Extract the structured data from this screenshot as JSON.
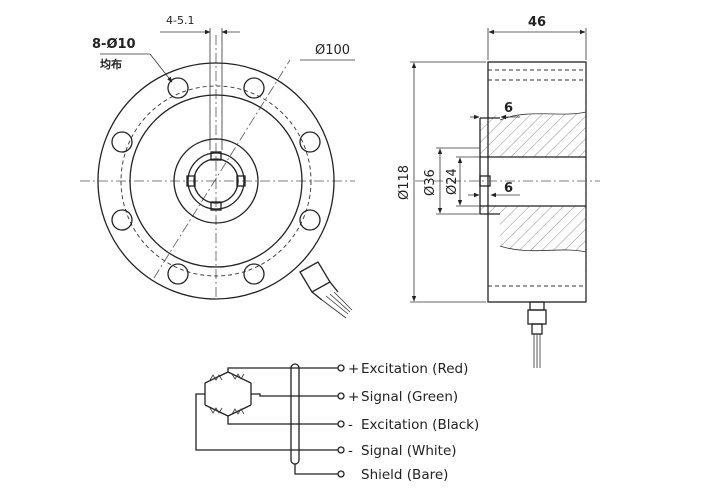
{
  "front_view": {
    "hole_spec": "8-Ø10",
    "hole_note": "均布",
    "slot_dim": "4-5.1",
    "outer_dia": "Ø100"
  },
  "side_view": {
    "width": "46",
    "dia_outer": "Ø118",
    "dia_36": "Ø36",
    "dia_24": "Ø24",
    "step_top": "6",
    "step_bottom": "6"
  },
  "wiring": {
    "title": "",
    "wires": [
      {
        "polarity": "+",
        "label": "Excitation (Red)"
      },
      {
        "polarity": "+",
        "label": "Signal (Green)"
      },
      {
        "polarity": "-",
        "label": "Excitation (Black)"
      },
      {
        "polarity": "-",
        "label": "Signal (White)"
      },
      {
        "polarity": "",
        "label": "Shield (Bare)"
      }
    ]
  }
}
